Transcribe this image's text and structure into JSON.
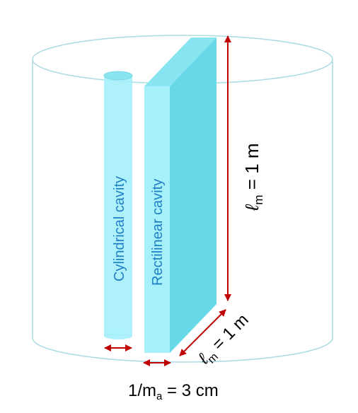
{
  "labels": {
    "cylindrical_cavity": "Cylindrical cavity",
    "rectilinear_cavity": "Rectilinear cavity",
    "vertical_length": {
      "symbol": "ℓ",
      "subscript": "m",
      "rest": " = 1 m"
    },
    "depth_length": {
      "symbol": "ℓ",
      "subscript": "m",
      "rest": " = 1 m"
    },
    "spacing": {
      "prefix": "1/m",
      "subscript": "a",
      "rest": " = 3 cm"
    }
  },
  "colors": {
    "outline": "#a9dbe3",
    "cavity_front": "#a6f0fa",
    "cavity_side": "#66d8e8",
    "cavity_top": "#88e4f0",
    "cavity_text": "#1f7fc4",
    "arrow": "#c00000",
    "text": "#000000"
  }
}
